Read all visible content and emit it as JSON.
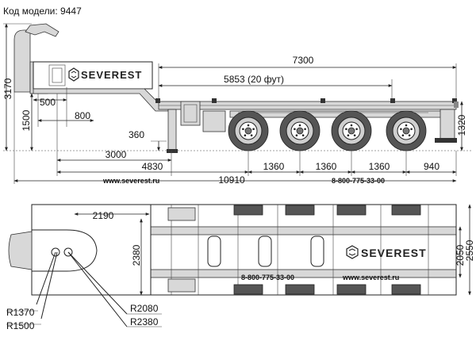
{
  "header": {
    "model_code": "Код модели: 9447"
  },
  "brand": {
    "name": "SEVEREST"
  },
  "side_view": {
    "dims": {
      "total_height": "3170",
      "container_length": "7300",
      "container_20ft": "5853 (20 фут)",
      "kingpin_offset": "500",
      "front_support": "800",
      "saddle_height": "1500",
      "rear_height": "1320",
      "ground_clearance": "360",
      "landing_gear": "3000",
      "to_first_axle": "4830",
      "axle_spacing_1": "1360",
      "axle_spacing_2": "1360",
      "axle_spacing_3": "1360",
      "rear_overhang": "940",
      "total_length": "10910"
    },
    "website": "www.severest.ru",
    "phone": "8-800-775-33-00"
  },
  "top_view": {
    "dims": {
      "front_frame": "2190",
      "frame_length": "2380",
      "inner_width": "2050",
      "outer_width": "2550",
      "r1370": "R1370",
      "r1500": "R1500",
      "r2080": "R2080",
      "r2380": "R2380"
    },
    "phone": "8-800-775-33-00",
    "website": "www.severest.ru"
  }
}
